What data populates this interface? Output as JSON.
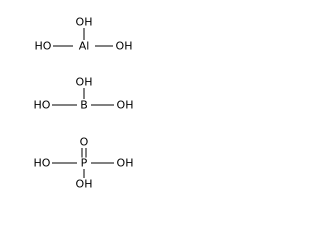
{
  "molecules": {
    "aluminum_hydroxide": {
      "center": "Al",
      "top": "OH",
      "left": "HO",
      "right": "OH"
    },
    "boric_acid": {
      "center": "B",
      "top": "OH",
      "left": "HO",
      "right": "OH"
    },
    "phosphoric_acid": {
      "center": "P",
      "top": "O",
      "left": "HO",
      "right": "OH",
      "bottom": "OH"
    }
  },
  "colors": {
    "background": "#ffffff",
    "ink": "#000000"
  }
}
